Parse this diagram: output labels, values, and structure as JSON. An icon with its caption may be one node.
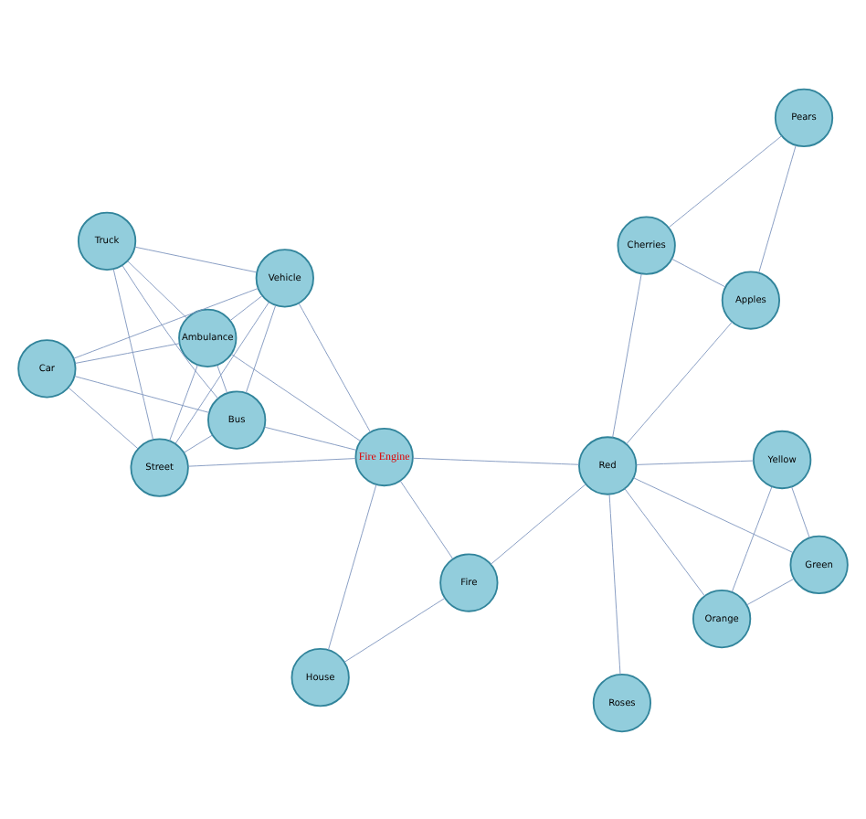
{
  "diagram": {
    "nodes": [
      {
        "text": [
          "Street"
        ]
      },
      {
        "text": [
          "Vehicle"
        ]
      },
      {
        "text": [
          "Bus"
        ]
      },
      {
        "text": [
          "Car"
        ]
      },
      {
        "text": [
          "Truck"
        ]
      },
      {
        "text": [
          "Ambulance"
        ]
      },
      {
        "text": [
          "Fire Engine"
        ]
      },
      {
        "text": [
          "House"
        ]
      },
      {
        "text": [
          "Fire"
        ]
      },
      {
        "text": [
          "Orange"
        ]
      },
      {
        "text": [
          "Red"
        ]
      },
      {
        "text": [
          "Yellow"
        ]
      },
      {
        "text": [
          "Green"
        ]
      },
      {
        "text": [
          "Apples"
        ]
      },
      {
        "text": [
          "Cherries"
        ]
      },
      {
        "text": [
          "Pears"
        ]
      },
      {
        "text": [
          "Roses"
        ]
      }
    ],
    "edges": [
      {
        "from": 0,
        "to": 1,
        "arrow": "none"
      },
      {
        "from": 0,
        "to": 3,
        "arrow": "none"
      },
      {
        "from": 0,
        "to": 4,
        "arrow": "none"
      },
      {
        "from": 0,
        "to": 2,
        "arrow": "none"
      },
      {
        "from": 0,
        "to": 5,
        "arrow": "none"
      },
      {
        "from": 0,
        "to": 6,
        "arrow": "none"
      },
      {
        "from": 1,
        "to": 3,
        "arrow": "none"
      },
      {
        "from": 1,
        "to": 2,
        "arrow": "none"
      },
      {
        "from": 1,
        "to": 4,
        "arrow": "none"
      },
      {
        "from": 1,
        "to": 5,
        "arrow": "none"
      },
      {
        "from": 1,
        "to": 6,
        "arrow": "none"
      },
      {
        "from": 3,
        "to": 2,
        "arrow": "none"
      },
      {
        "from": 3,
        "to": 5,
        "arrow": "none"
      },
      {
        "from": 4,
        "to": 2,
        "arrow": "none"
      },
      {
        "from": 4,
        "to": 5,
        "arrow": "none"
      },
      {
        "from": 2,
        "to": 6,
        "arrow": "none"
      },
      {
        "from": 2,
        "to": 5,
        "arrow": "none"
      },
      {
        "from": 5,
        "to": 6,
        "arrow": "none"
      },
      {
        "from": 6,
        "to": 7,
        "arrow": "none"
      },
      {
        "from": 6,
        "to": 8,
        "arrow": "none"
      },
      {
        "from": 6,
        "to": 10,
        "arrow": "none"
      },
      {
        "from": 7,
        "to": 8,
        "arrow": "none"
      },
      {
        "from": 8,
        "to": 10,
        "arrow": "none"
      },
      {
        "from": 10,
        "to": 9,
        "arrow": "none"
      },
      {
        "from": 10,
        "to": 11,
        "arrow": "none"
      },
      {
        "from": 10,
        "to": 12,
        "arrow": "none"
      },
      {
        "from": 10,
        "to": 16,
        "arrow": "none"
      },
      {
        "from": 10,
        "to": 14,
        "arrow": "none"
      },
      {
        "from": 10,
        "to": 13,
        "arrow": "none"
      },
      {
        "from": 9,
        "to": 11,
        "arrow": "none"
      },
      {
        "from": 9,
        "to": 12,
        "arrow": "none"
      },
      {
        "from": 11,
        "to": 12,
        "arrow": "none"
      },
      {
        "from": 13,
        "to": 14,
        "arrow": "none"
      },
      {
        "from": 13,
        "to": 15,
        "arrow": "none"
      },
      {
        "from": 14,
        "to": 15,
        "arrow": "none"
      }
    ]
  }
}
